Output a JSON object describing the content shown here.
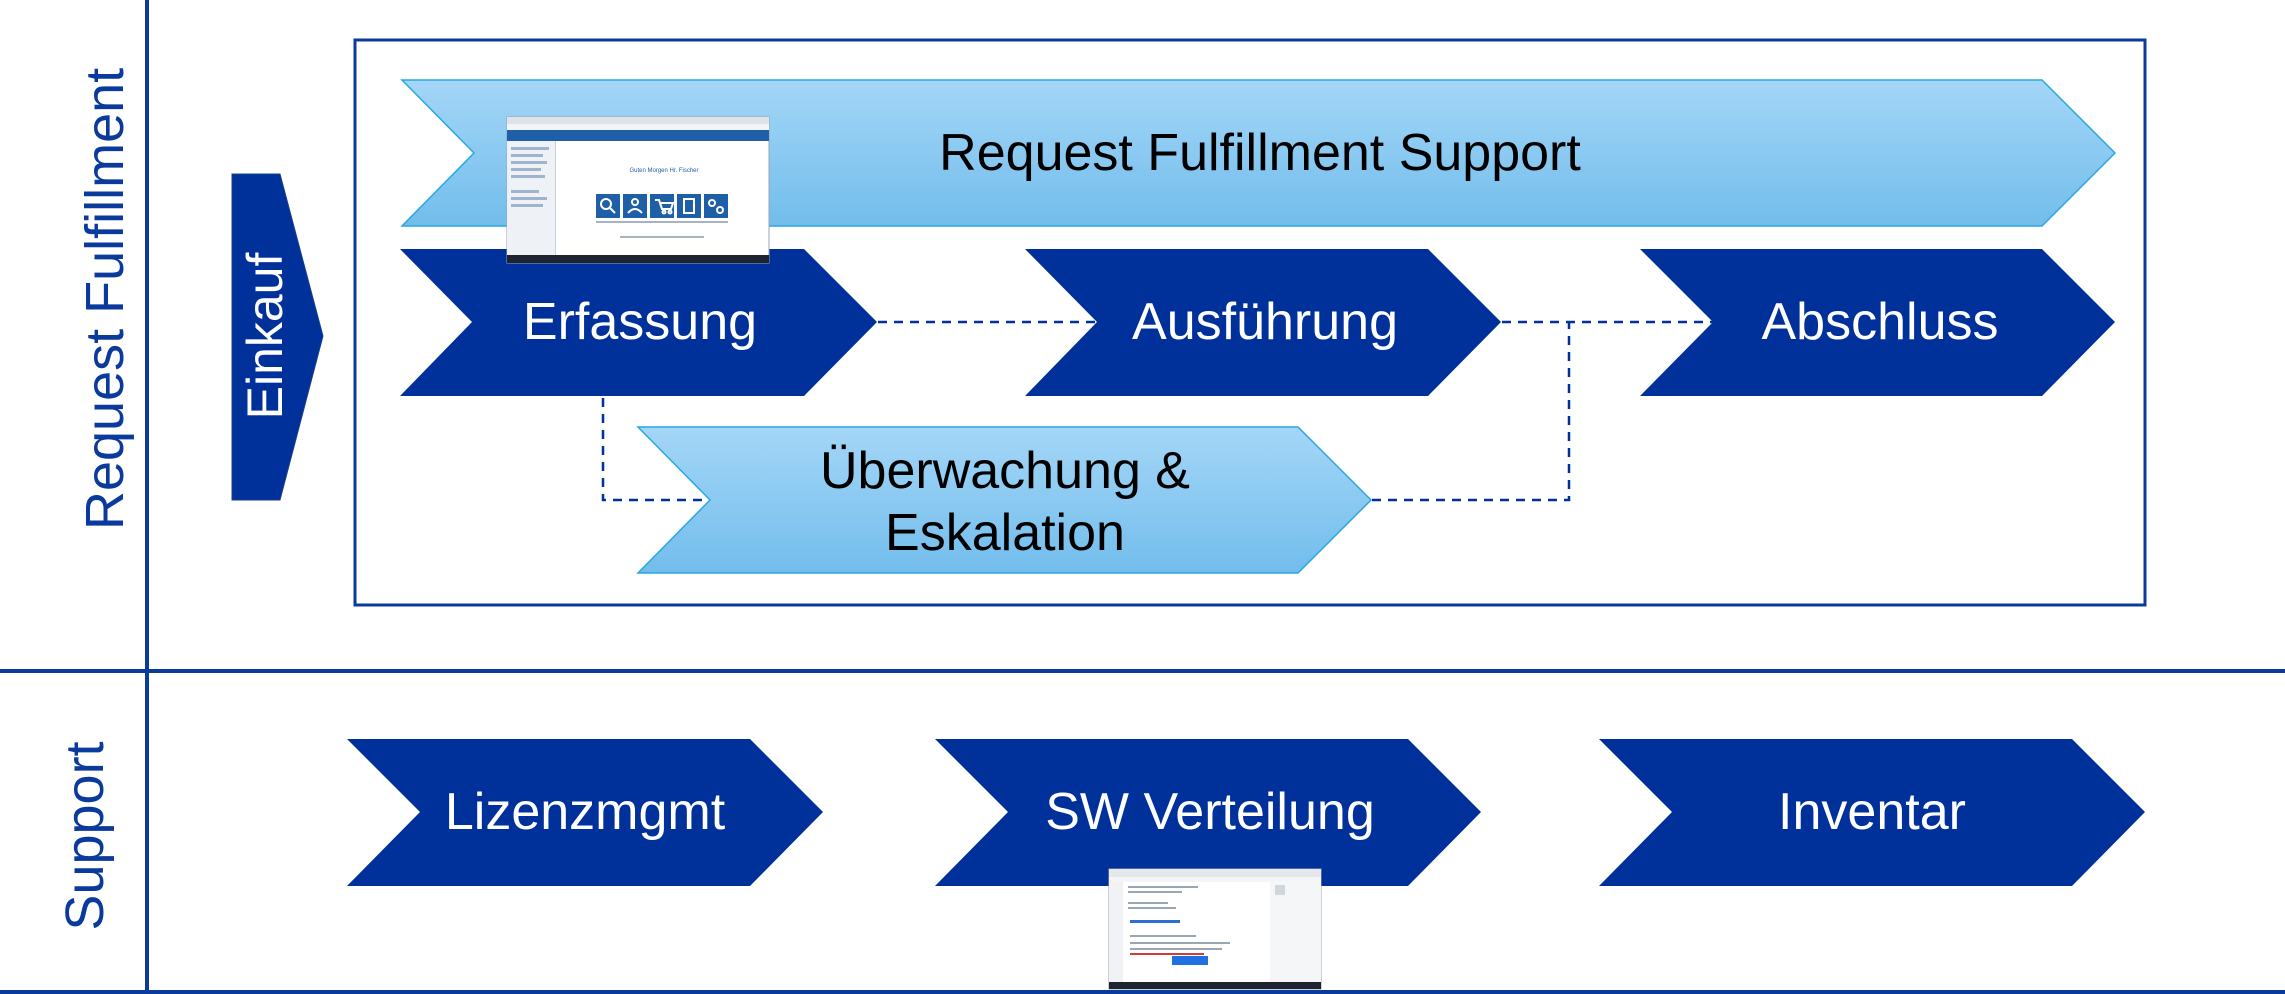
{
  "lanes": {
    "top_label": "Request Fulfillment",
    "bottom_label": "Support"
  },
  "einkauf": {
    "label": "Einkauf"
  },
  "support_banner": {
    "label": "Request Fulfillment Support"
  },
  "process_steps": {
    "erfassung": "Erfassung",
    "ausfuehrung": "Ausführung",
    "abschluss": "Abschluss",
    "ueberwachung_line1": "Überwachung &",
    "ueberwachung_line2": "Eskalation"
  },
  "support_steps": {
    "lizenz": "Lizenzmgmt",
    "verteilung": "SW Verteilung",
    "inventar": "Inventar"
  },
  "portal_thumbnail": {
    "greeting": "Guten Morgen Hr. Fischer"
  },
  "colors": {
    "dark_blue": "#00319a",
    "light_blue_top": "#a4d6f7",
    "light_blue_bottom": "#72bdec",
    "frame": "#0a3a9c"
  }
}
